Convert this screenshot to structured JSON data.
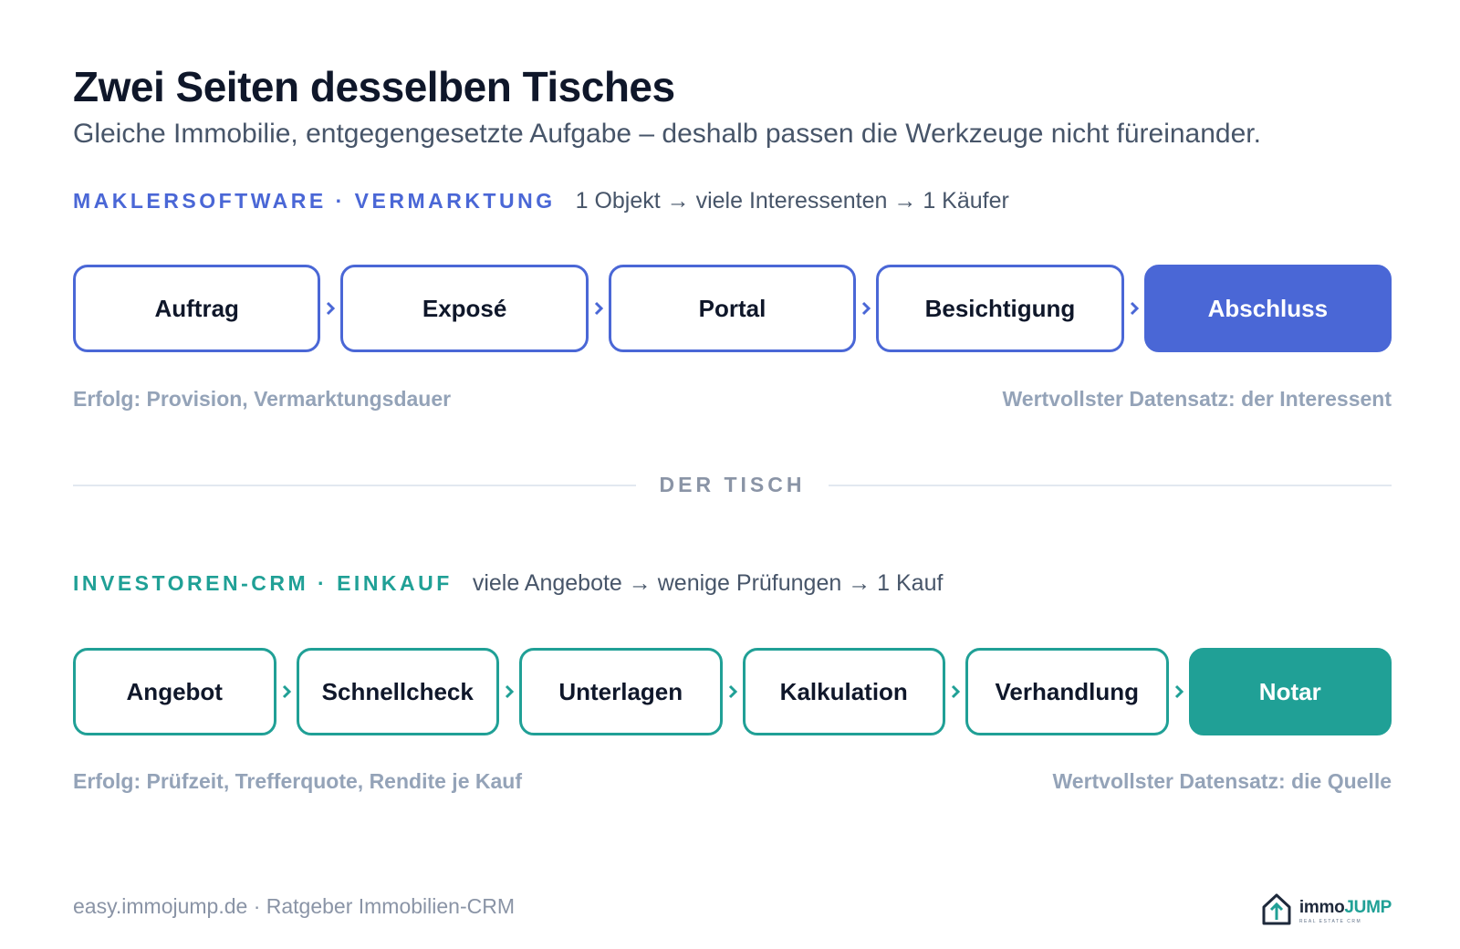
{
  "header": {
    "title": "Zwei Seiten desselben Tisches",
    "subtitle": "Gleiche Immobilie, entgegengesetzte Aufgabe – deshalb passen die Werkzeuge nicht füreinander."
  },
  "makler": {
    "tag": "MAKLERSOFTWARE · VERMARKTUNG",
    "flow": "1 Objekt → viele Interessenten → 1 Käufer",
    "steps": [
      "Auftrag",
      "Exposé",
      "Portal",
      "Besichtigung",
      "Abschluss"
    ],
    "success": "Erfolg: Provision, Vermarktungsdauer",
    "valuable": "Wertvollster Datensatz: der Interessent",
    "accent": "#4a67d6"
  },
  "divider": {
    "label": "DER TISCH"
  },
  "investor": {
    "tag": "INVESTOREN-CRM · EINKAUF",
    "flow": "viele Angebote → wenige Prüfungen → 1 Kauf",
    "steps": [
      "Angebot",
      "Schnellcheck",
      "Unterlagen",
      "Kalkulation",
      "Verhandlung",
      "Notar"
    ],
    "success": "Erfolg: Prüfzeit, Trefferquote, Rendite je Kauf",
    "valuable": "Wertvollster Datensatz: die Quelle",
    "accent": "#20a096"
  },
  "footer": {
    "text": "easy.immojump.de · Ratgeber Immobilien-CRM",
    "logo_word_a": "immo",
    "logo_word_b": "JUMP",
    "logo_sub": "REAL ESTATE CRM",
    "logo_icon": "house-arrow-icon"
  }
}
